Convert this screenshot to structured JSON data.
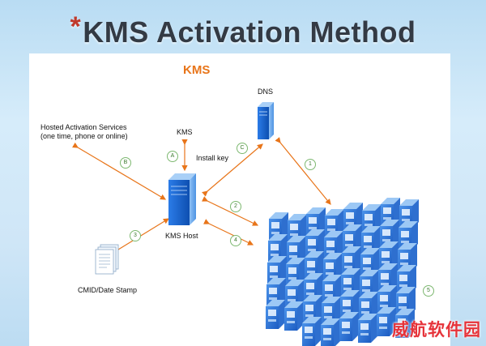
{
  "slide": {
    "star": "*",
    "title": "KMS Activation Method"
  },
  "diagram": {
    "heading": "KMS",
    "hosted_services_line1": "Hosted Activation Services",
    "hosted_services_line2": "(one time, phone or online)",
    "kms_label": "KMS",
    "install_key_label": "Install key",
    "dns_label": "DNS",
    "kms_host_label": "KMS Host",
    "cmid_label": "CMID/Date Stamp",
    "steps": {
      "a": "A",
      "b": "B",
      "c": "C",
      "s1": "1",
      "s2": "2",
      "s3": "3",
      "s4": "4",
      "s5": "5"
    },
    "colors": {
      "heading": "#e8751a",
      "arrow": "#e8751a",
      "server_blue": "#1f6fd6",
      "step_circle": "#7db870"
    }
  },
  "watermark": "威航软件园"
}
